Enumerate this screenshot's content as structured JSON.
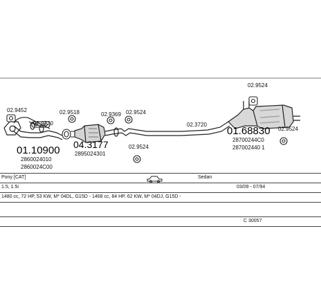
{
  "parts": {
    "p_029452": "02.9452",
    "p_029720": "02.9720",
    "p_029518": "02.9518",
    "p_029369": "02.9369",
    "p_029524_mid": "02.9524",
    "p_029524_bottom": "02.9524",
    "p_023720": "02.3720",
    "p_029524_top": "02.9524",
    "p_029524_right": "02.9524",
    "front_pipe_no": "01.10900",
    "front_pipe_oe1": "2860024010",
    "front_pipe_oe2": "2860024C00",
    "cat_no": "04.3177",
    "cat_oe": "2895024301",
    "rear_no": "01.68830",
    "rear_oe1": "28700244C0",
    "rear_oe2": "287002440 1"
  },
  "info": {
    "model": "Pony [CAT]",
    "body": "Sedan",
    "engine": "1.5, 1.5i",
    "years": "03/09 - 07/94",
    "specs": "1480 cc, 72 HP, 53 KW, M* 04DL, G15D - 1468 cc, 84 HP, 62 KW, M* 04DJ, G15D -",
    "code": "C 30057"
  }
}
